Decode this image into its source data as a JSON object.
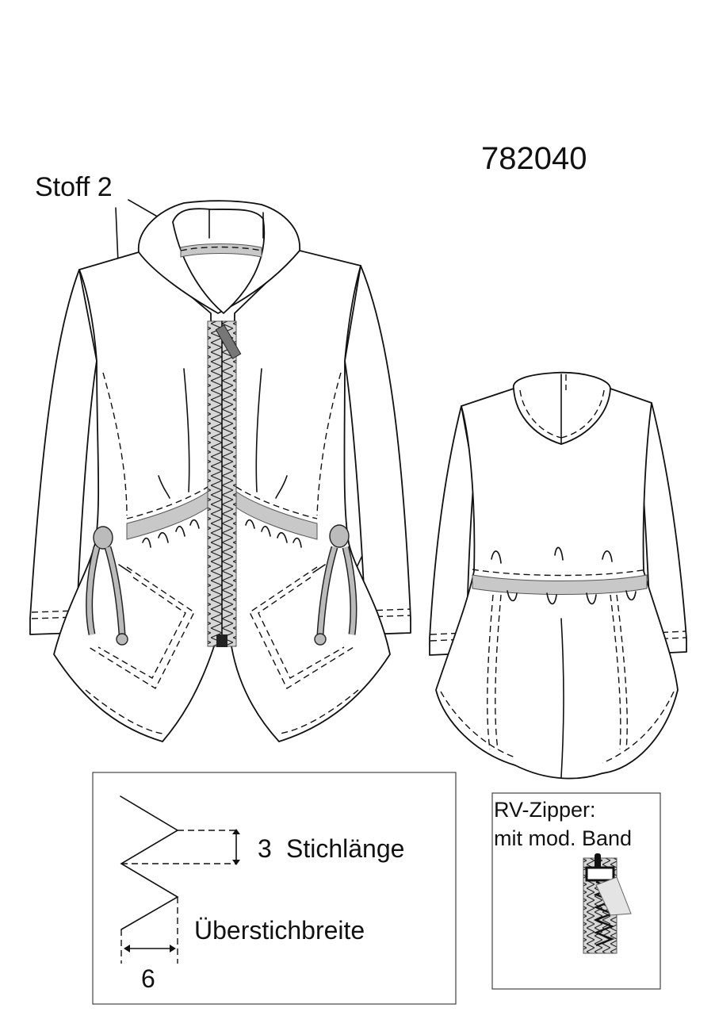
{
  "model_number": "782040",
  "labels": {
    "fabric": "Stoff 2",
    "stitch_length_value": "3",
    "stitch_length": "Stichlänge",
    "overstitch_width": "Überstichbreite",
    "overstitch_width_value": "6",
    "zipper_title": "RV-Zipper:",
    "zipper_subtitle": "mit mod. Band"
  }
}
